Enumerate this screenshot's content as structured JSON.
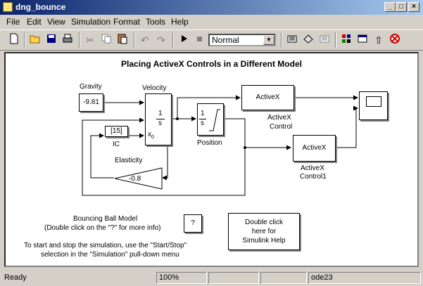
{
  "window": {
    "title": "dng_bounce"
  },
  "menu": [
    "File",
    "Edit",
    "View",
    "Simulation",
    "Format",
    "Tools",
    "Help"
  ],
  "toolbar": {
    "mode": "Normal",
    "icons": [
      "new-icon",
      "open-icon",
      "save-icon",
      "print-icon",
      "cut-icon",
      "copy-icon",
      "paste-icon",
      "undo-icon",
      "redo-icon",
      "start-icon",
      "stop-icon",
      "build-icon",
      "update-icon",
      "library-icon",
      "browser-icon",
      "debug-icon",
      "parent-icon",
      "help-icon"
    ]
  },
  "diagram": {
    "title": "Placing ActiveX Controls in a Different Model",
    "gravity_label": "Gravity",
    "gravity_value": "-9.81",
    "velocity_label": "Velocity",
    "velocity_int_num": "1",
    "velocity_int_den": "s",
    "x0_port": "x",
    "x0_sub": "0",
    "ic_value": "[15]",
    "ic_label": "IC",
    "elasticity_label": "Elasticity",
    "elasticity_value": "-0.8",
    "position_label": "Position",
    "position_int_num": "1",
    "position_int_den": "s",
    "activex1": "ActiveX",
    "activex1_label1": "ActiveX",
    "activex1_label2": "Control",
    "activex2": "ActiveX",
    "activex2_label1": "ActiveX",
    "activex2_label2": "Control1",
    "info1": "Bouncing Ball Model",
    "info2": "(Double click on the \"?\" for more info)",
    "help_q": "?",
    "help1": "Double click",
    "help2": "here for",
    "help3": "Simulink Help",
    "note1": "To start and stop the simulation, use the \"Start/Stop\"",
    "note2": "selection in the \"Simulation\" pull-down menu"
  },
  "status": {
    "ready": "Ready",
    "zoom": "100%",
    "solver": "ode23"
  },
  "colors": {
    "titlebar": "#0a246a",
    "chrome": "#d4d0c8",
    "canvas": "#ffffff"
  }
}
